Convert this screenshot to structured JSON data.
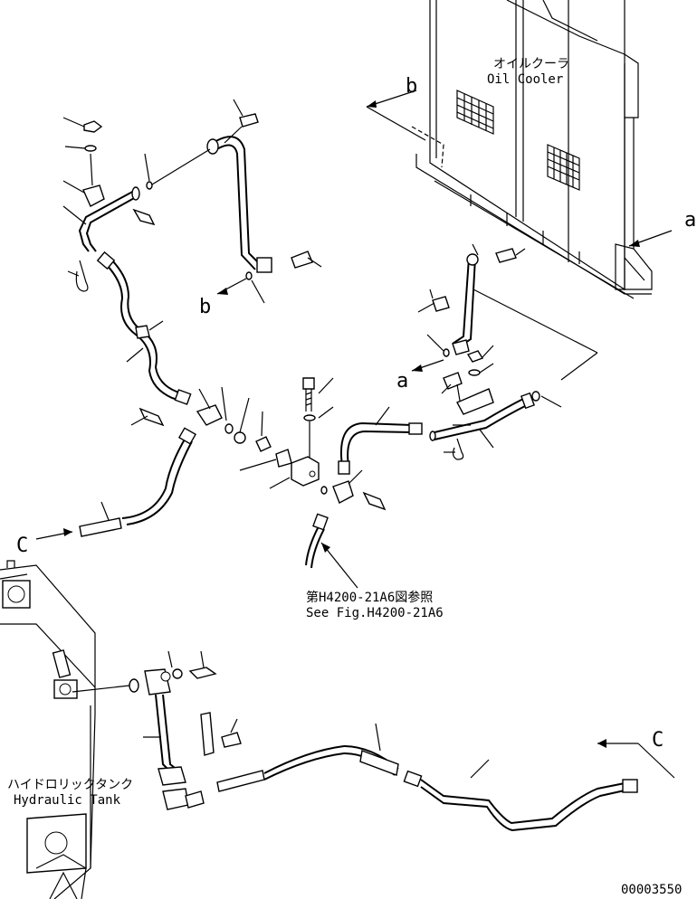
{
  "labels": {
    "oil_cooler_jp": "オイルクーラ",
    "oil_cooler_en": "Oil Cooler",
    "hydraulic_tank_jp": "ハイドロリックタンク",
    "hydraulic_tank_en": "Hydraulic Tank",
    "see_fig_jp": "第H4200-21A6図参照",
    "see_fig_en": "See Fig.H4200-21A6",
    "drawing_number": "00003550"
  },
  "reference_marks": {
    "a_top": "a",
    "a_mid": "a",
    "b_top": "b",
    "b_mid": "b",
    "c_left": "C",
    "c_right": "C"
  }
}
